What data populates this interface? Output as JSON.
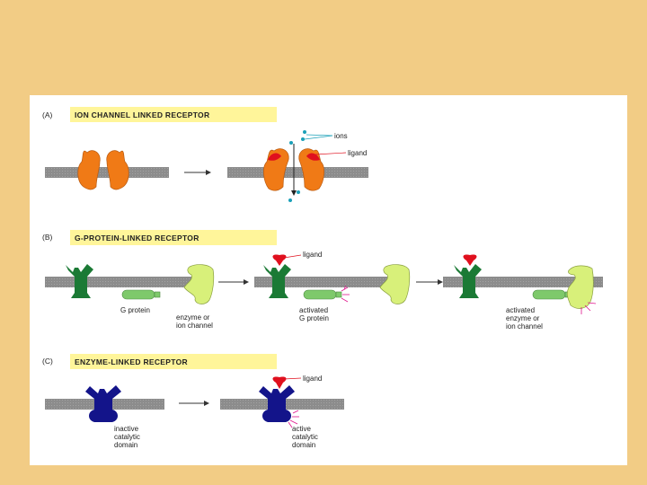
{
  "section_a": {
    "tag": "(A)",
    "title": "ION CHANNEL LINKED  RECEPTOR",
    "labels": {
      "ions": "ions",
      "ligand": "ligand"
    }
  },
  "section_b": {
    "tag": "(B)",
    "title": "G-PROTEIN-LINKED  RECEPTOR",
    "labels": {
      "ligand": "ligand",
      "g_protein": "G protein",
      "enzyme_line1": "enzyme or",
      "enzyme_line2": "ion channel",
      "activated_g_line1": "activated",
      "activated_g_line2": "G protein",
      "activated_enzyme_line1": "activated",
      "activated_enzyme_line2": "enzyme or",
      "activated_enzyme_line3": "ion channel"
    }
  },
  "section_c": {
    "tag": "(C)",
    "title": "ENZYME-LINKED  RECEPTOR",
    "labels": {
      "ligand": "ligand",
      "inactive_line1": "inactive",
      "inactive_line2": "catalytic",
      "inactive_line3": "domain",
      "active_line1": "active",
      "active_line2": "catalytic",
      "active_line3": "domain"
    }
  },
  "colors": {
    "background": "#f2cc85",
    "panel": "#ffffff",
    "title_highlight": "#fff59a",
    "membrane": "#8c8c8c",
    "ion_channel": "#f07a16",
    "ligand": "#e0101e",
    "ion": "#1aa0b8",
    "g_receptor": "#1b7a35",
    "g_protein": "#7ec96b",
    "enzyme": "#d8f07a",
    "enzyme_receptor": "#13148a",
    "activation_glow": "#e0148c"
  }
}
